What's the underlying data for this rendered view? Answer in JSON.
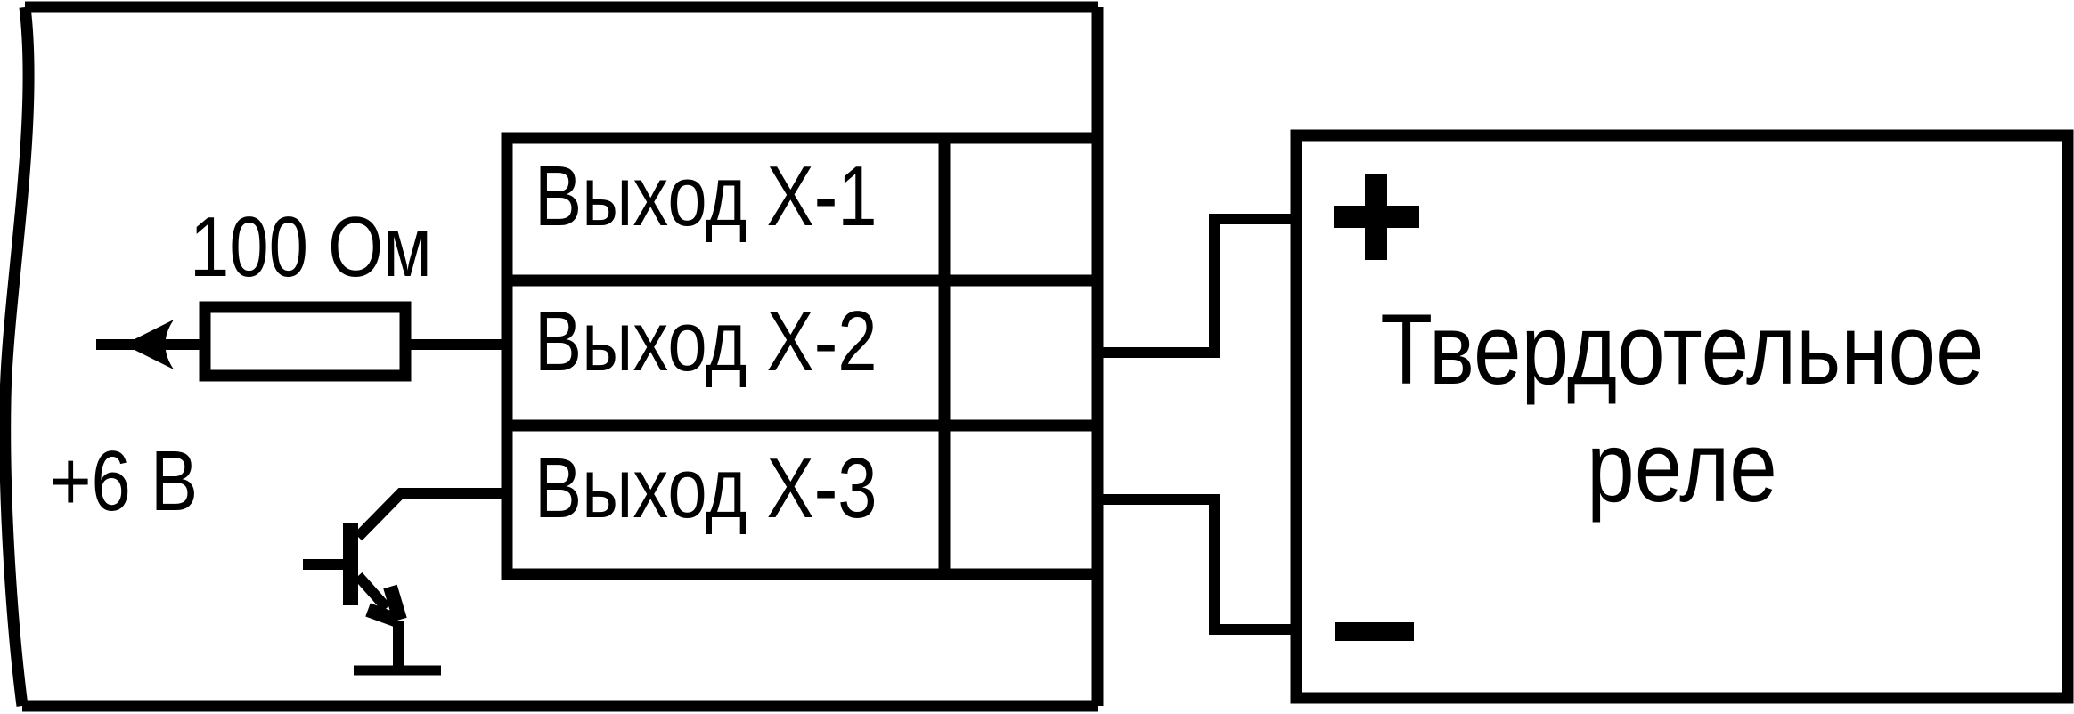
{
  "colors": {
    "ink": "#000000",
    "background": "#ffffff"
  },
  "device": {
    "resistor_label": "100 Ом",
    "supply_label": "+6 В",
    "terminal_block": {
      "rows": [
        {
          "label": "Выход Х-1"
        },
        {
          "label": "Выход Х-2"
        },
        {
          "label": "Выход Х-3"
        }
      ]
    }
  },
  "relay": {
    "title_line1": "Твердотельное",
    "title_line2": "реле",
    "plus_label": "+",
    "minus_label": "−"
  }
}
